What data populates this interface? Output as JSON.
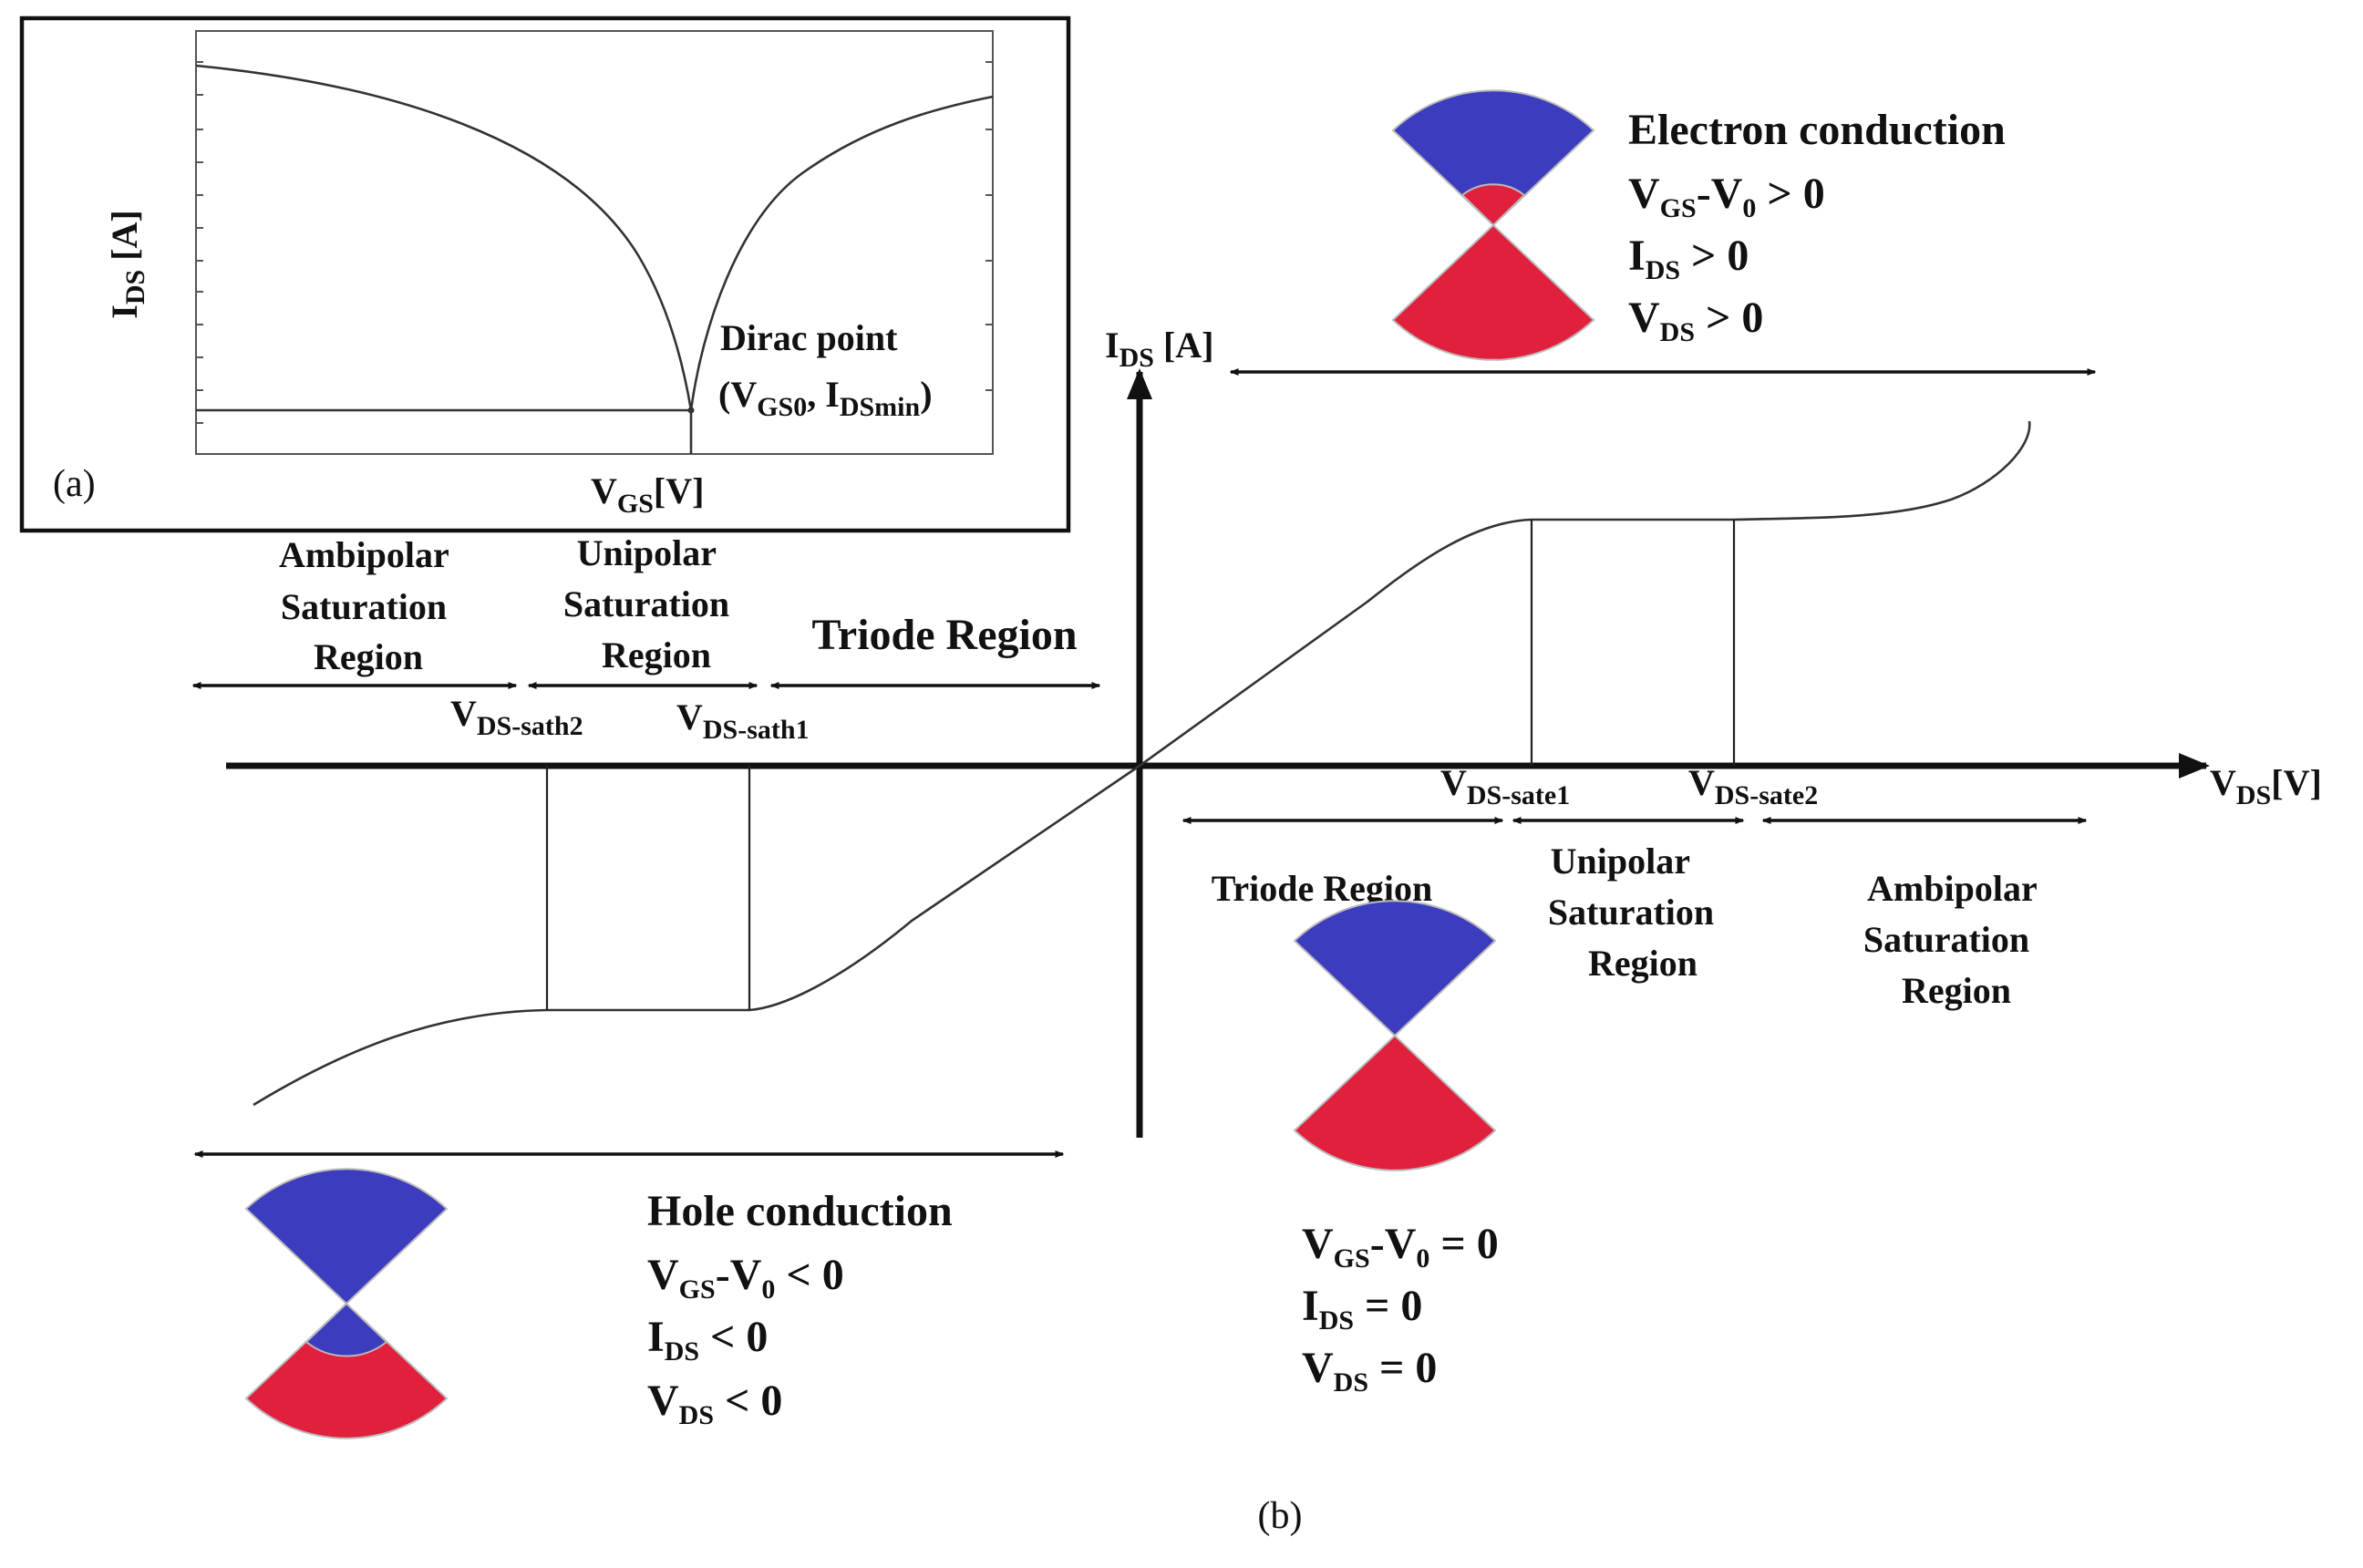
{
  "panel_a": {
    "panel_label": "(a)",
    "y_axis_label": "I",
    "y_axis_sub": "DS",
    "y_axis_unit": " [A]",
    "x_axis_label": "V",
    "x_axis_sub": "GS",
    "x_axis_unit": "[V]",
    "dirac_title": "Dirac point",
    "dirac_open": "(V",
    "dirac_sub1": "GS0",
    "dirac_comma": ", I",
    "dirac_sub2": "DSmin",
    "dirac_close": ")"
  },
  "panel_b": {
    "panel_label": "(b)",
    "y_axis_label": "I",
    "y_axis_sub": "DS",
    "y_axis_unit": " [A]",
    "x_axis_label": "V",
    "x_axis_sub": "DS",
    "x_axis_unit": "[V]",
    "left_regions": {
      "ambipolar": [
        "Ambipolar",
        "Saturation",
        "Region"
      ],
      "unipolar": [
        "Unipolar",
        "Saturation",
        "Region"
      ],
      "triode": "Triode Region"
    },
    "right_regions": {
      "triode": "Triode Region",
      "unipolar": [
        "Unipolar",
        "Saturation",
        "Region"
      ],
      "ambipolar": [
        "Ambipolar",
        "Saturation",
        "Region"
      ]
    },
    "markers": {
      "sath2_main": "V",
      "sath2_sub": "DS-sath2",
      "sath1_main": "V",
      "sath1_sub": "DS-sath1",
      "sate1_main": "V",
      "sate1_sub": "DS-sate1",
      "sate2_main": "V",
      "sate2_sub": "DS-sate2"
    },
    "electron": {
      "title": "Electron conduction",
      "l1_a": "V",
      "l1_s1": "GS",
      "l1_b": "-V",
      "l1_s2": "0",
      "l1_c": " > 0",
      "l2_a": "I",
      "l2_s": "DS",
      "l2_b": " > 0",
      "l3_a": "V",
      "l3_s": "DS",
      "l3_b": " > 0"
    },
    "hole": {
      "title": "Hole conduction",
      "l1_a": "V",
      "l1_s1": "GS",
      "l1_b": "-V",
      "l1_s2": "0",
      "l1_c": " < 0",
      "l2_a": "I",
      "l2_s": "DS",
      "l2_b": " < 0",
      "l3_a": "V",
      "l3_s": "DS",
      "l3_b": " < 0"
    },
    "neutral": {
      "l1_a": "V",
      "l1_s1": "GS",
      "l1_b": "-V",
      "l1_s2": "0",
      "l1_c": " = 0",
      "l2_a": "I",
      "l2_s": "DS",
      "l2_b": " = 0",
      "l3_a": "V",
      "l3_s": "DS",
      "l3_b": " = 0"
    }
  },
  "colors": {
    "valence_band": "#e0203c",
    "conduction_band": "#3c3cbf",
    "axis": "#111111"
  }
}
